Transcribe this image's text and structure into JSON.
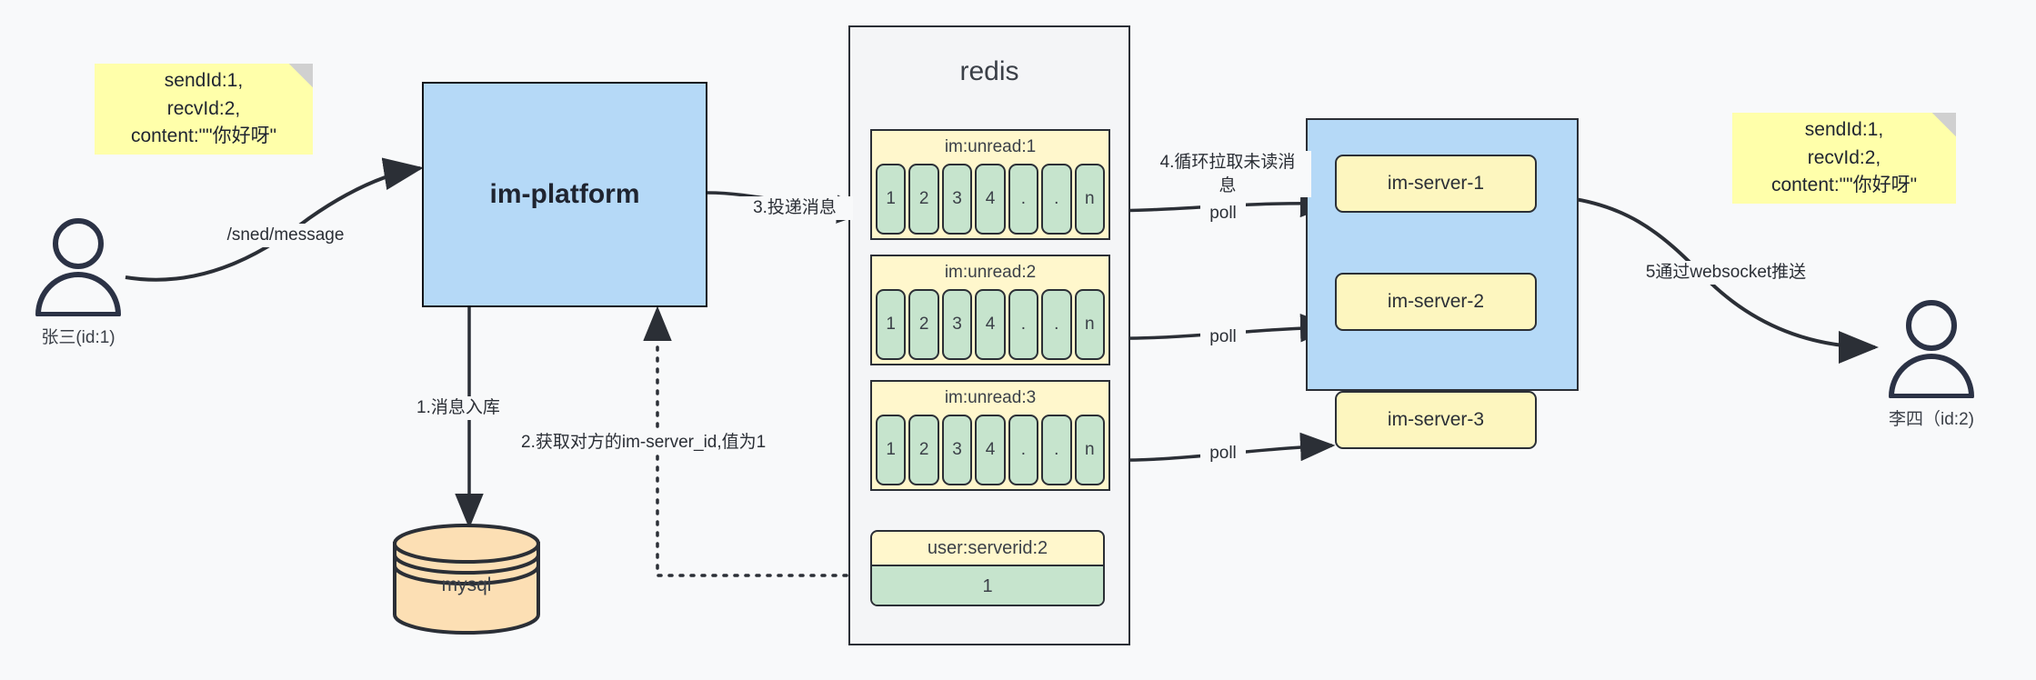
{
  "diagram": {
    "title": "IM message delivery architecture",
    "colors": {
      "background": "#f8f9fa",
      "sticky": "#ffffaa",
      "platform_blue": "#b5d9f7",
      "queue_yellow": "#fff7cc",
      "cell_green": "#c6e4cd",
      "server_yellow": "#fdf6bf",
      "mysql_orange": "#fcdfb4",
      "stroke": "#2b2f36"
    }
  },
  "sticky_left": {
    "text": "sendId:1,\nrecvId:2,\ncontent:\"\"你好呀\""
  },
  "sticky_right": {
    "text": "sendId:1,\nrecvId:2,\ncontent:\"\"你好呀\""
  },
  "actor_left": {
    "label": "张三(id:1)",
    "icon": "user-icon"
  },
  "actor_right": {
    "label": "李四（id:2)",
    "icon": "user-icon"
  },
  "platform": {
    "label": "im-platform"
  },
  "database": {
    "label": "mysql",
    "icon": "database-cylinder-icon"
  },
  "redis": {
    "title": "redis",
    "queues": [
      {
        "key": "im:unread:1",
        "cells": [
          "1",
          "2",
          "3",
          "4",
          ".",
          ".",
          "n"
        ]
      },
      {
        "key": "im:unread:2",
        "cells": [
          "1",
          "2",
          "3",
          "4",
          ".",
          ".",
          "n"
        ]
      },
      {
        "key": "im:unread:3",
        "cells": [
          "1",
          "2",
          "3",
          "4",
          ".",
          ".",
          "n"
        ]
      }
    ],
    "kv": {
      "key": "user:serverid:2",
      "value": "1"
    }
  },
  "servers": {
    "items": [
      {
        "label": "im-server-1"
      },
      {
        "label": "im-server-2"
      },
      {
        "label": "im-server-3"
      }
    ]
  },
  "edge_labels": {
    "send_message": "/sned/message",
    "step1": "1.消息入库",
    "step2": "2.获取对方的im-server_id,值为1",
    "step3": "3.投递消息",
    "step4": "4.循环拉取未读消\n息",
    "step5": "5通过websocket推送",
    "poll1": "poll",
    "poll2": "poll",
    "poll3": "poll"
  }
}
